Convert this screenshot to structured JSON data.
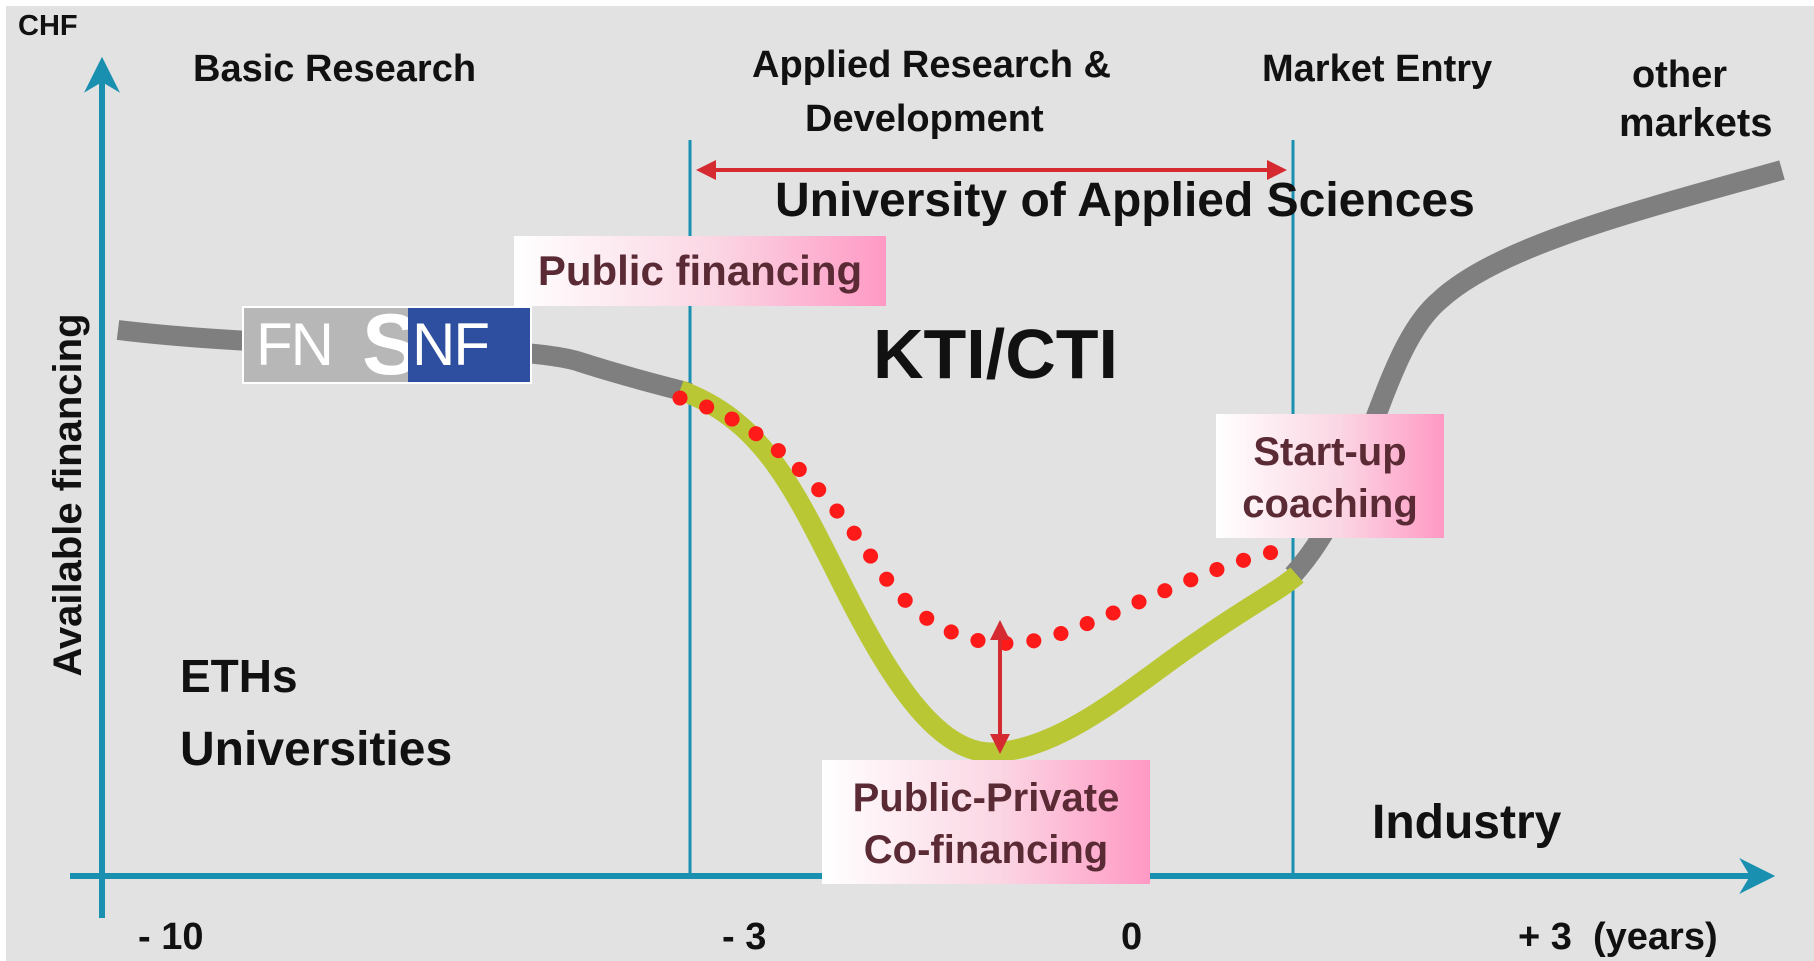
{
  "axes": {
    "y_unit": "CHF",
    "y_label": "Available financing",
    "x_ticks": [
      "- 10",
      "- 3",
      "0",
      "+ 3  (years)"
    ]
  },
  "phases": {
    "basic_research": "Basic Research",
    "applied_line1": "Applied Research &",
    "applied_line2": "Development",
    "market_entry": "Market Entry",
    "other_markets_line1": "other",
    "other_markets_line2": "markets"
  },
  "labels": {
    "university_applied": "University of Applied Sciences",
    "kti": "KTI/CTI",
    "eths": "ETHs",
    "universities": "Universities",
    "industry": "Industry"
  },
  "boxes": {
    "public_financing": "Public financing",
    "startup_line1": "Start-up",
    "startup_line2": "coaching",
    "ppp_line1": "Public-Private",
    "ppp_line2": "Co-financing"
  },
  "logo": {
    "left": "FN",
    "middle": "S",
    "right": "NF"
  },
  "colors": {
    "axis": "#1a90b0",
    "arrow": "#d42a30",
    "curve": "#7f7f7f",
    "gap_curve": "#b9c734",
    "dots": "#ff1a1a"
  }
}
